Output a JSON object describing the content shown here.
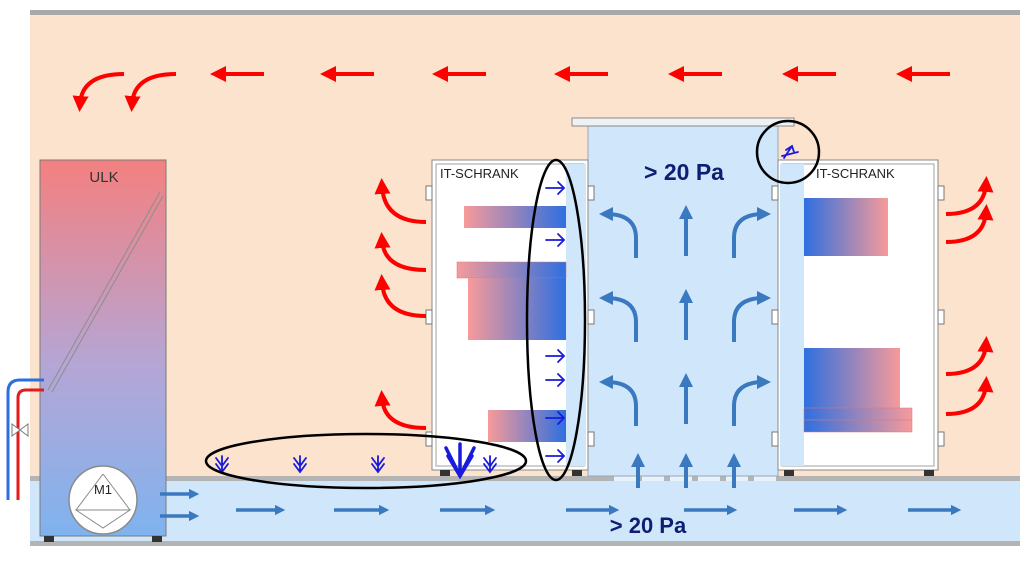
{
  "labels": {
    "ulk": "ULK",
    "motor": "M1",
    "rack_left": "IT-SCHRANK",
    "rack_right": "IT-SCHRANK",
    "pressure_aisle": "> 20 Pa",
    "pressure_floor": "> 20 Pa"
  },
  "colors": {
    "room": "#fbe3cd",
    "cold_air": "#cfe6fb",
    "warm_arrow": "#ff0000",
    "cold_arrow": "#3a78c0",
    "leak_arrow": "#1a1adc",
    "marker": "#000000",
    "pressure_text": "#0d1f72"
  },
  "icons": [
    "hot-air-arrow-icon",
    "cold-air-arrow-icon",
    "leak-arrow-icon",
    "fan-icon",
    "valve-icon"
  ]
}
